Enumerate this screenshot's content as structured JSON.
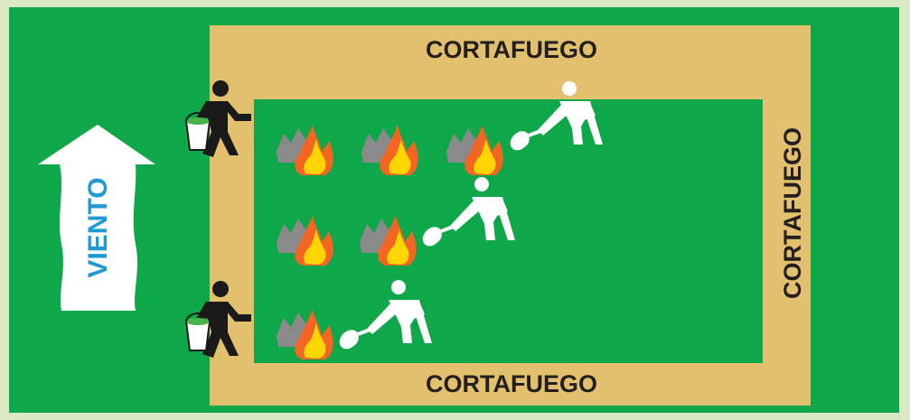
{
  "labels": {
    "firebreak_top": "CORTAFUEGO",
    "firebreak_right": "CORTAFUEGO",
    "firebreak_bottom": "CORTAFUEGO",
    "wind": "VIENTO"
  },
  "colors": {
    "outer_border": "#dbe8c4",
    "grass": "#0ea84a",
    "firebreak": "#e2c06e",
    "wind_arrow": "#ffffff",
    "wind_text": "#1e9ad6",
    "worker_dark": "#1a1a1a",
    "worker_light": "#ffffff",
    "bucket_water": "#4bb34a",
    "smoke": "#8a8a8a",
    "flame_outer": "#f26522",
    "flame_inner": "#fdd404"
  },
  "icons": {
    "wind": "wind-arrow-icon",
    "fire": "fire-icon",
    "firefighter_bucket": "firefighter-bucket-icon",
    "worker_shovel": "worker-shovel-icon"
  }
}
